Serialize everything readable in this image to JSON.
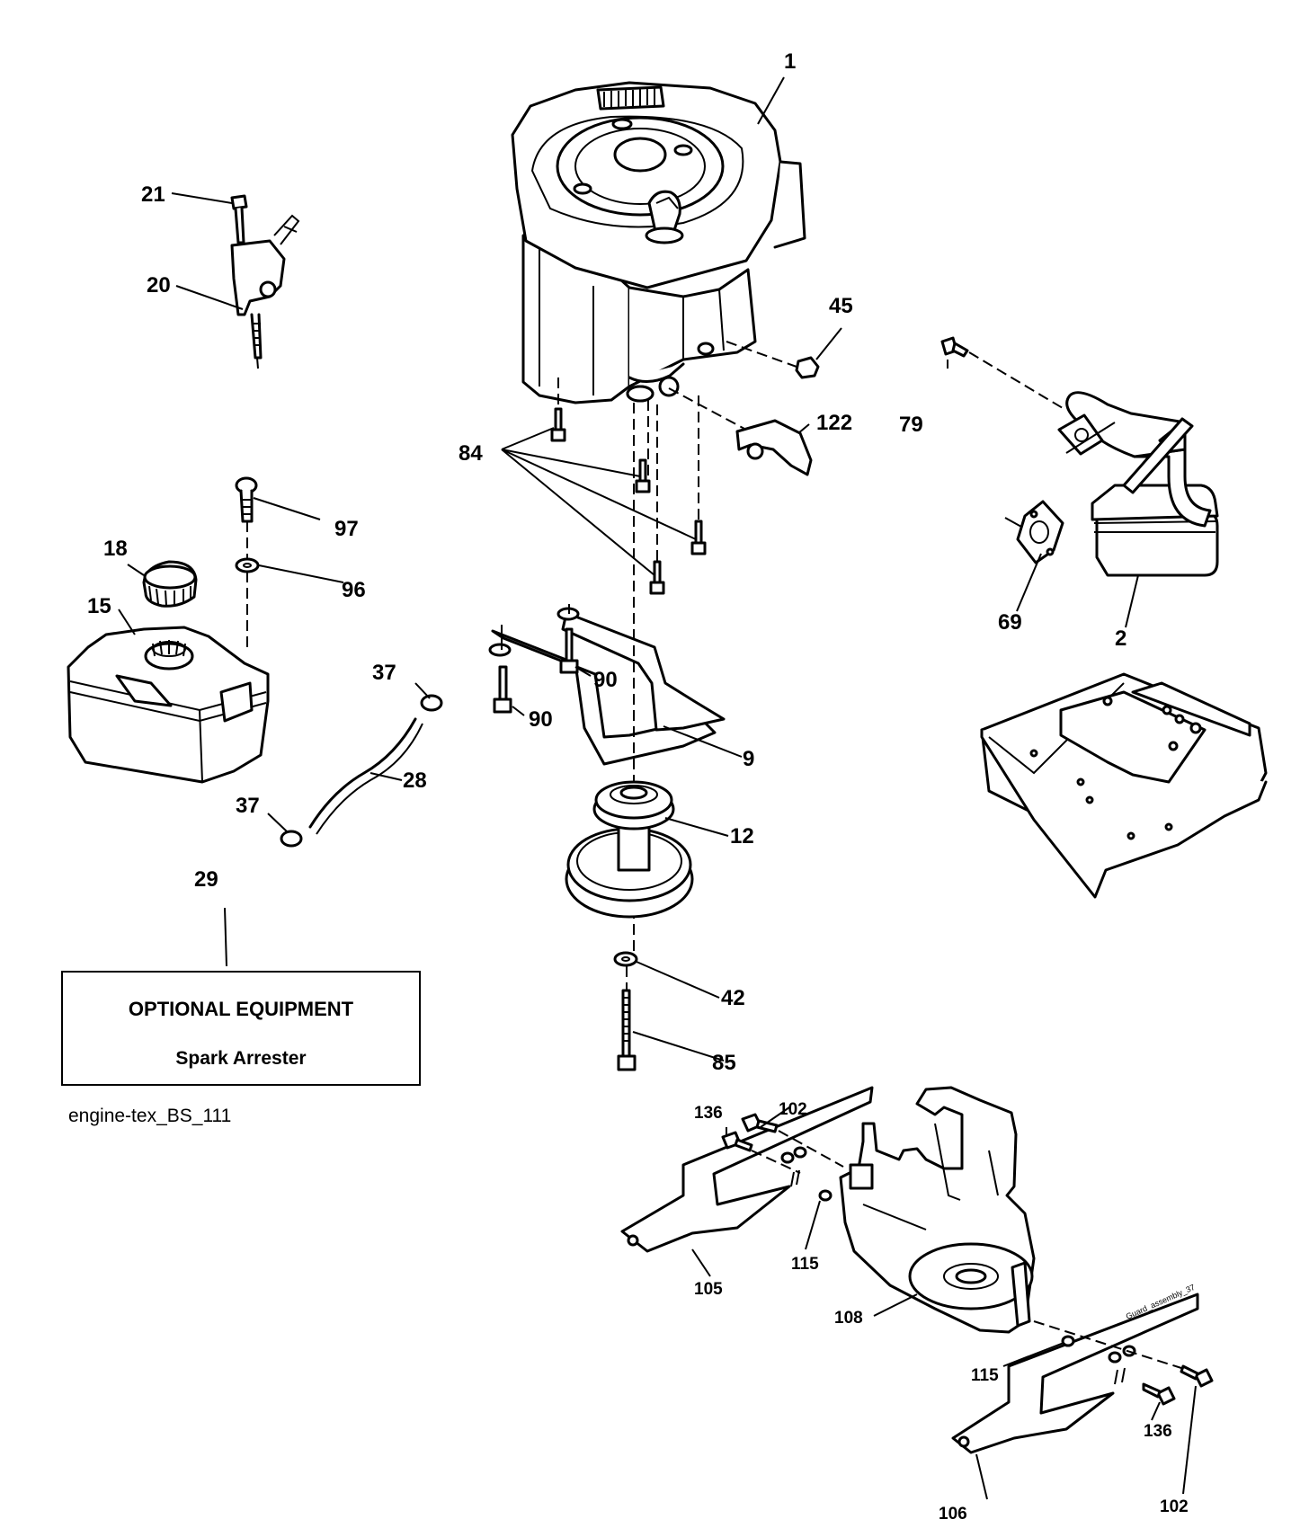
{
  "optional_box": {
    "title": "OPTIONAL EQUIPMENT",
    "subtitle": "Spark Arrester"
  },
  "diagram_id": "engine-tex_BS_111",
  "stamp_text": "Guard_assembly_37",
  "labels": {
    "p1": "1",
    "p2": "2",
    "p9": "9",
    "p12": "12",
    "p15": "15",
    "p18": "18",
    "p20": "20",
    "p21": "21",
    "p28": "28",
    "p29": "29",
    "p37a": "37",
    "p37b": "37",
    "p42": "42",
    "p45": "45",
    "p69": "69",
    "p79": "79",
    "p84": "84",
    "p85": "85",
    "p90a": "90",
    "p90b": "90",
    "p96": "96",
    "p97": "97",
    "p102a": "102",
    "p102b": "102",
    "p105": "105",
    "p106": "106",
    "p108": "108",
    "p115a": "115",
    "p115b": "115",
    "p122": "122",
    "p136a": "136",
    "p136b": "136"
  }
}
